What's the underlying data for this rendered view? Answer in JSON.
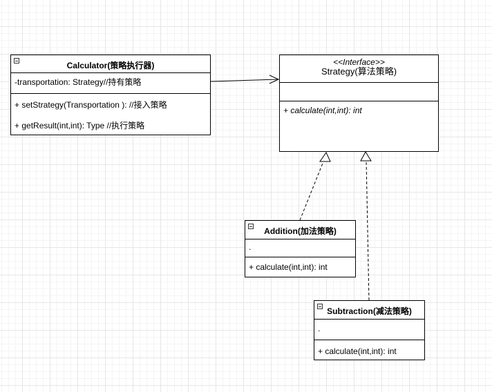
{
  "calculator": {
    "name": "Calculator(策略执行器)",
    "attributes": [
      "-transportation: Strategy//持有策略"
    ],
    "operations": [
      "+ setStrategy(Transportation ): //接入策略",
      "+ getResult(int,int): Type //执行策略"
    ]
  },
  "strategy": {
    "stereotype": "<<Interface>>",
    "name": "Strategy(算法策略)",
    "attributes": [],
    "operations": [
      "+ calculate(int,int): int"
    ]
  },
  "addition": {
    "name": "Addition(加法策略)",
    "attributes": [
      "."
    ],
    "operations": [
      "+ calculate(int,int): int"
    ]
  },
  "subtraction": {
    "name": "Subtraction(减法策略)",
    "attributes": [
      "."
    ],
    "operations": [
      "+ calculate(int,int): int"
    ]
  },
  "colors": {
    "line": "#000000",
    "grid": "#e6e6e6",
    "background": "#ffffff"
  },
  "icons": {
    "collapse": "collapse-minus-icon",
    "association_head": "open-arrow-icon",
    "realization_head": "hollow-triangle-icon"
  }
}
